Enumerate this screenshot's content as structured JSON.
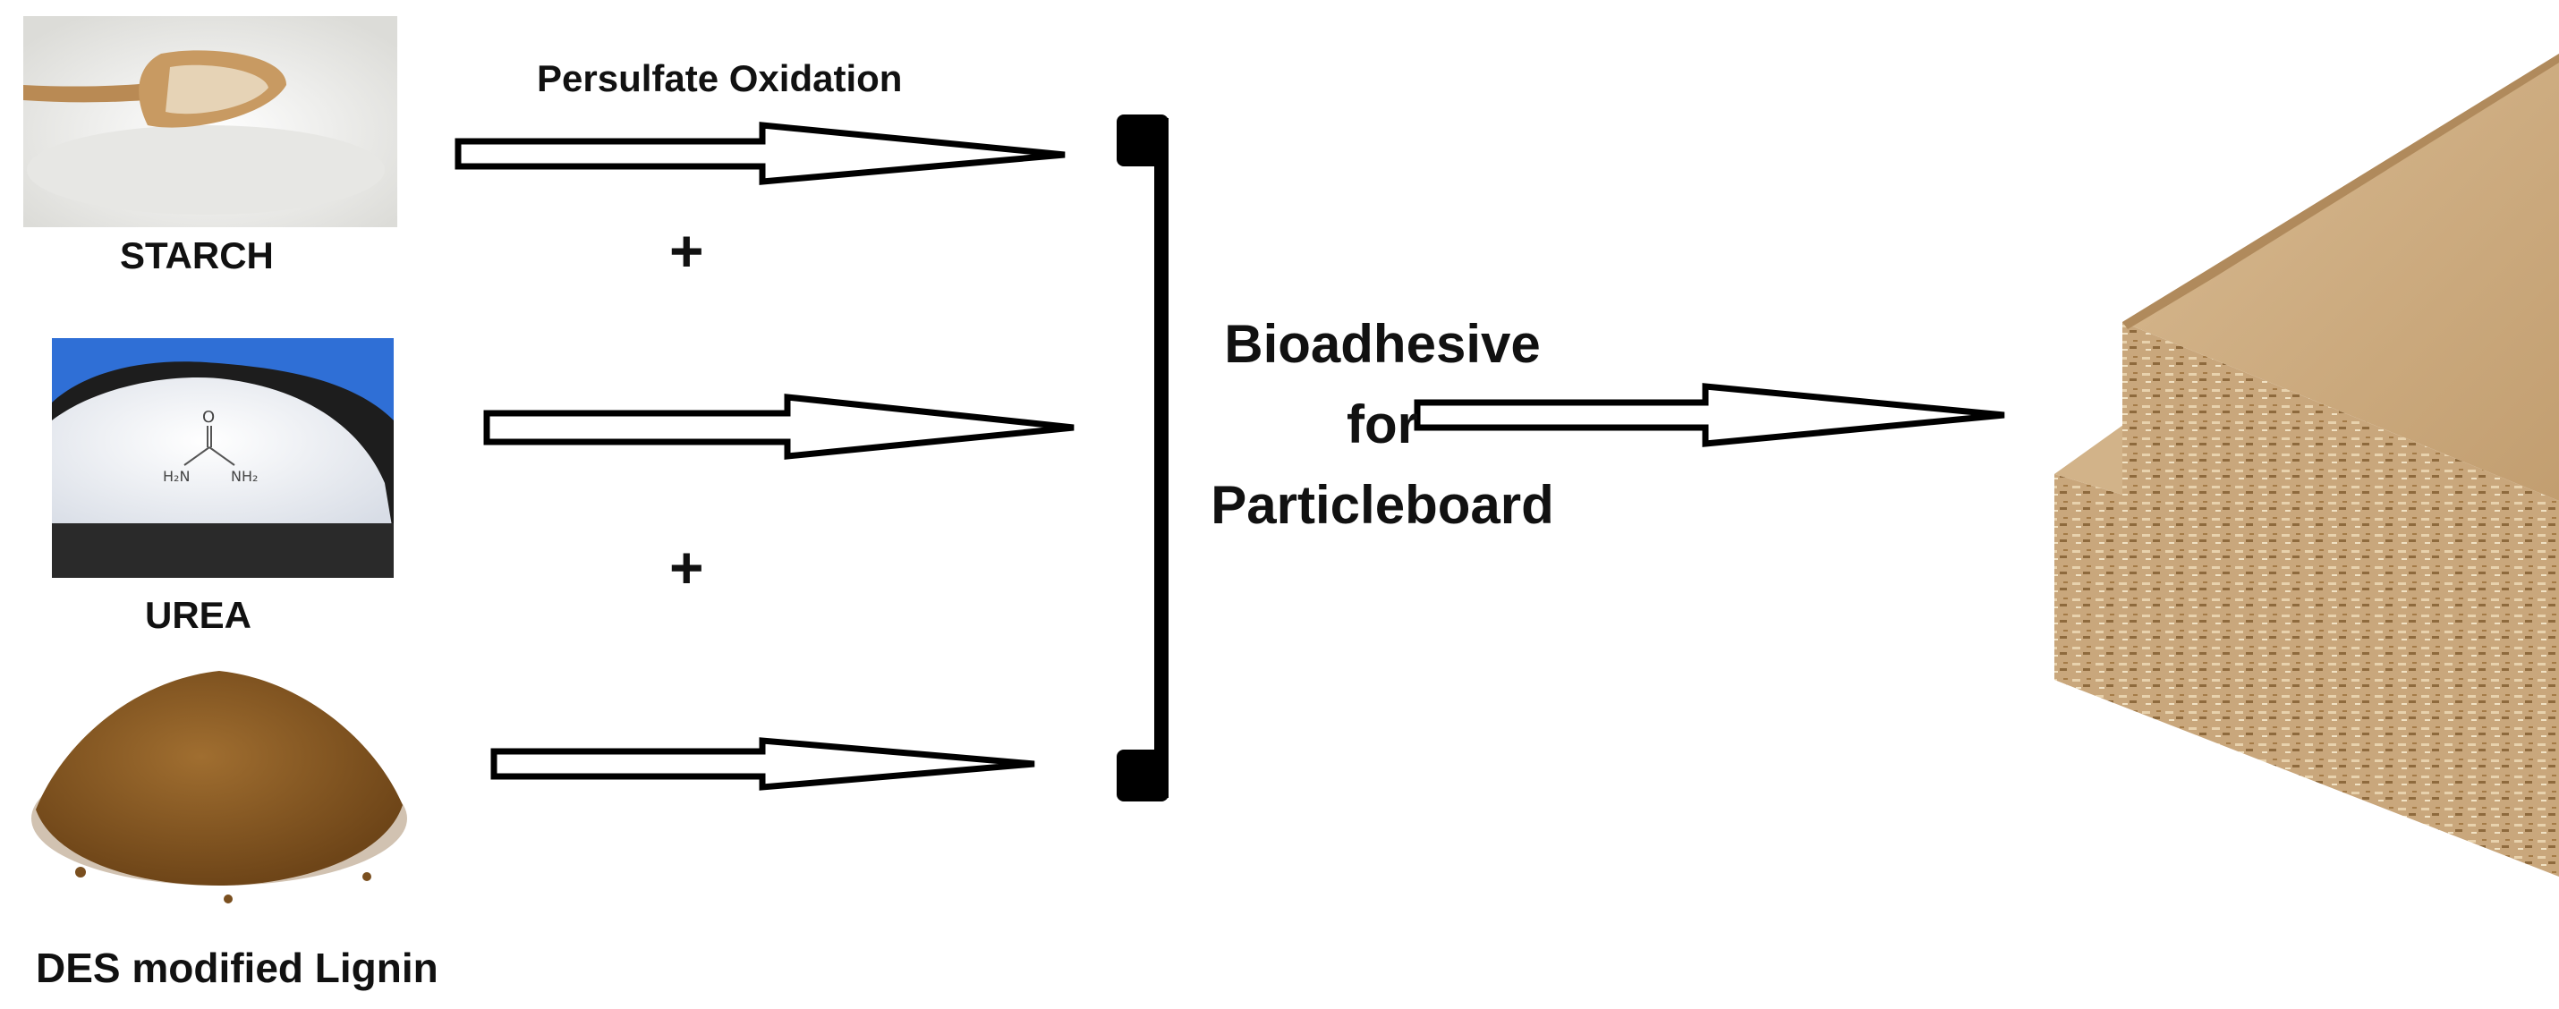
{
  "inputs": [
    {
      "label": "STARCH",
      "icon": "starch-powder-spoon-photo"
    },
    {
      "label": "UREA",
      "icon": "urea-granules-photo"
    },
    {
      "label": "DES modified Lignin",
      "icon": "lignin-powder-photo"
    }
  ],
  "process_label": "Persulfate Oxidation",
  "plus_sign": "+",
  "product": {
    "line1": "Bioadhesive",
    "line2": "for",
    "line3": "Particleboard"
  },
  "output_icon": "particleboard-photo",
  "colors": {
    "starch": "#eeeeec",
    "urea_bag": "#2f6fd6",
    "urea_ground": "#2a2a2a",
    "lignin": "#8a5a24",
    "board": "#c9a77c",
    "board_edge": "#b08a5c",
    "spoon": "#c89a62"
  }
}
